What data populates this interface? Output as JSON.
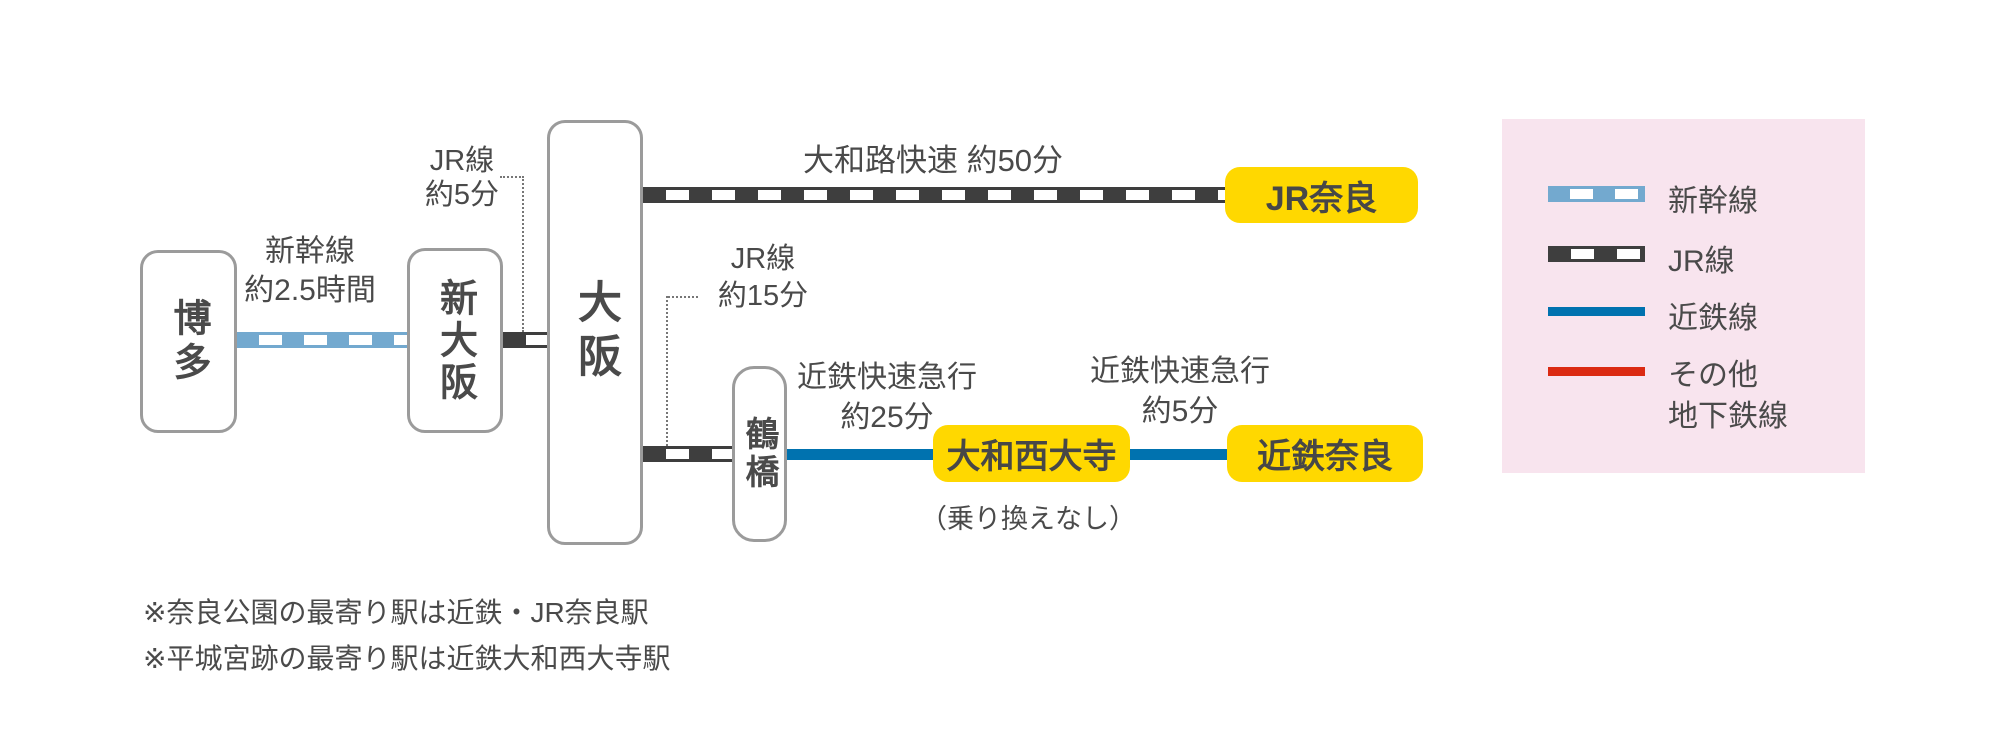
{
  "diagram": {
    "stations": {
      "hakata": "博多",
      "shin_osaka": "新大阪",
      "osaka": "大阪",
      "tsuruhashi": "鶴橋",
      "jr_nara": "JR奈良",
      "yamato_saidaiji": "大和西大寺",
      "kintetsu_nara": "近鉄奈良"
    },
    "segments": {
      "hakata_shinosaka": {
        "line": "新幹線",
        "duration": "約2.5時間",
        "type": "shinkansen"
      },
      "shinosaka_osaka": {
        "line": "JR線",
        "duration": "約5分",
        "type": "jr"
      },
      "osaka_jrnara": {
        "label": "大和路快速 約50分",
        "type": "jr"
      },
      "osaka_tsuruhashi": {
        "line": "JR線",
        "duration": "約15分",
        "type": "jr"
      },
      "tsuruhashi_saidaiji": {
        "line": "近鉄快速急行",
        "duration": "約25分",
        "type": "kintetsu"
      },
      "saidaiji_kintetsunara": {
        "line": "近鉄快速急行",
        "duration": "約5分",
        "type": "kintetsu"
      }
    },
    "no_transfer_note": "（乗り換えなし）"
  },
  "legend": {
    "items": [
      {
        "label": "新幹線",
        "type": "shinkansen"
      },
      {
        "label": "JR線",
        "type": "jr"
      },
      {
        "label": "近鉄線",
        "type": "kintetsu"
      },
      {
        "label": "その他",
        "label2": "地下鉄線",
        "type": "other-subway"
      }
    ]
  },
  "footnotes": [
    "※奈良公園の最寄り駅は近鉄・JR奈良駅",
    "※平城宮跡の最寄り駅は近鉄大和西大寺駅"
  ],
  "colors": {
    "shinkansen_blue": "#73A9CF",
    "jr_dark": "#3E3E3E",
    "kintetsu_blue": "#0072AF",
    "other_subway_red": "#DB2A12",
    "station_highlight_yellow": "#FFD800",
    "legend_background_pink": "#F8E4EE",
    "text_dark": "#4A4A4A",
    "station_border_gray": "#9B9B9B"
  }
}
